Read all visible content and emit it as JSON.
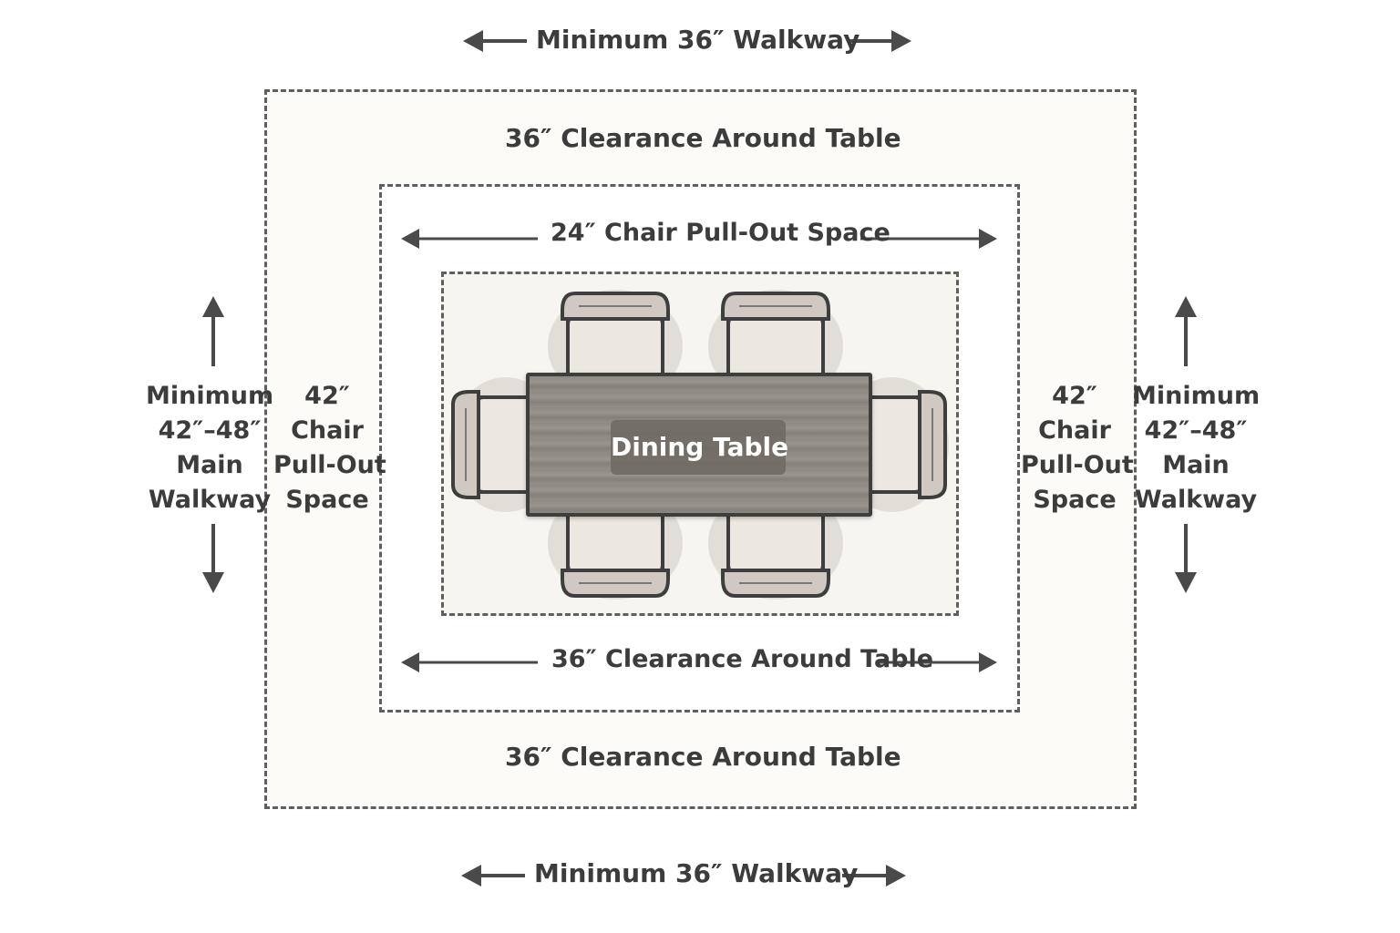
{
  "labels": {
    "top_walkway": "Minimum 36″ Walkway",
    "bottom_walkway": "Minimum 36″ Walkway",
    "outer_top_clearance": "36″ Clearance Around Table",
    "outer_bottom_clearance": "36″ Clearance Around Table",
    "top_pullout": "24″ Chair Pull-Out Space",
    "inner_bottom_clearance": "36″ Clearance Around Table",
    "table": "Dining Table",
    "left_main_walkway": [
      "Minimum",
      "42″–48″",
      "Main",
      "Walkway"
    ],
    "right_main_walkway": [
      "Minimum",
      "42″–48″",
      "Main",
      "Walkway"
    ],
    "left_pullout": [
      "42″",
      "Chair",
      "Pull-Out",
      "Space"
    ],
    "right_pullout": [
      "42″",
      "Chair",
      "Pull-Out",
      "Space"
    ]
  },
  "colors": {
    "dashed_border": "#5f5f5f",
    "arrow": "#4a4a4a",
    "table_wood": "#928c86",
    "chair_fill": "#ece7df",
    "chair_shadow": "#d9d6d0"
  },
  "icons": {
    "chair": "chair-icon",
    "arrow_left": "arrow-left-icon",
    "arrow_right": "arrow-right-icon",
    "arrow_up": "arrow-up-icon",
    "arrow_down": "arrow-down-icon"
  }
}
